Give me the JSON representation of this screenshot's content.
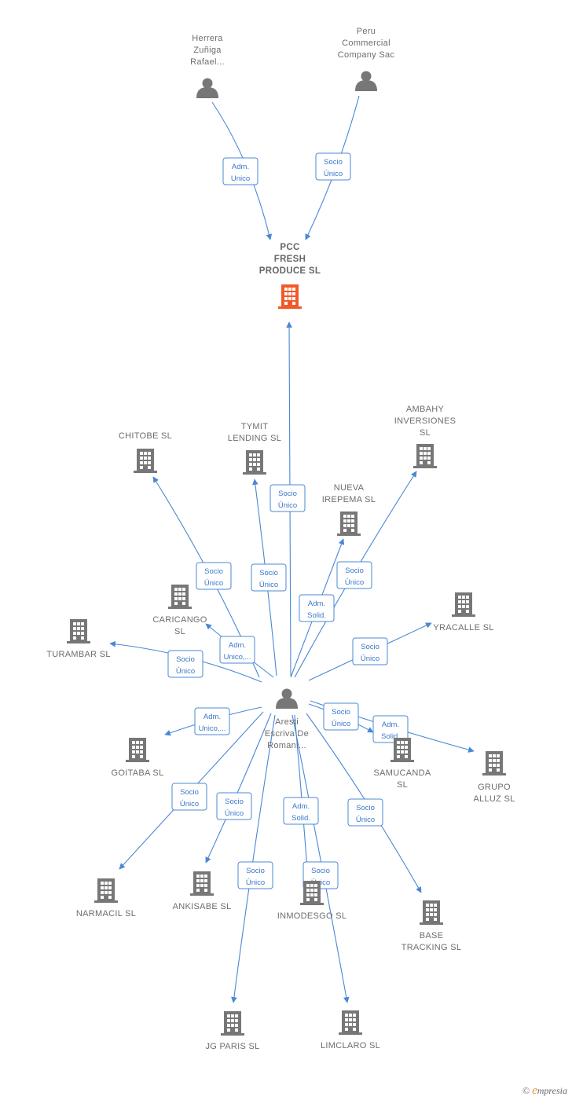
{
  "colors": {
    "edge": "#4a88d4",
    "person": "#777777",
    "company": "#777777",
    "focus": "#f05a2a"
  },
  "nodes": [
    {
      "id": "herrera",
      "type": "person",
      "label": [
        "Herrera",
        "Zuñiga",
        "Rafael..."
      ]
    },
    {
      "id": "peru",
      "type": "person",
      "label": [
        "Peru",
        "Commercial",
        "Company Sac"
      ]
    },
    {
      "id": "pcc",
      "type": "focus",
      "label": [
        "PCC",
        "FRESH",
        "PRODUCE  SL"
      ]
    },
    {
      "id": "chitobe",
      "type": "company",
      "label": [
        "CHITOBE  SL"
      ]
    },
    {
      "id": "tymit",
      "type": "company",
      "label": [
        "TYMIT",
        "LENDING  SL"
      ]
    },
    {
      "id": "ambahy",
      "type": "company",
      "label": [
        "AMBAHY",
        "INVERSIONES",
        "SL"
      ]
    },
    {
      "id": "nueva",
      "type": "company",
      "label": [
        "NUEVA",
        "IREPEMA SL"
      ]
    },
    {
      "id": "caricango",
      "type": "company",
      "label": [
        "CARICANGO",
        "SL"
      ]
    },
    {
      "id": "turambar",
      "type": "company",
      "label": [
        "TURAMBAR SL"
      ]
    },
    {
      "id": "yracalle",
      "type": "company",
      "label": [
        "YRACALLE  SL"
      ]
    },
    {
      "id": "aresti",
      "type": "person",
      "label": [
        "Aresti",
        "Escriva De",
        "Romani..."
      ]
    },
    {
      "id": "goitaba",
      "type": "company",
      "label": [
        "GOITABA  SL"
      ]
    },
    {
      "id": "samucanda",
      "type": "company",
      "label": [
        "SAMUCANDA",
        "SL"
      ]
    },
    {
      "id": "grupo",
      "type": "company",
      "label": [
        "GRUPO",
        "ALLUZ SL"
      ]
    },
    {
      "id": "narmacil",
      "type": "company",
      "label": [
        "NARMACIL  SL"
      ]
    },
    {
      "id": "ankisabe",
      "type": "company",
      "label": [
        "ANKISABE  SL"
      ]
    },
    {
      "id": "inmodesgo",
      "type": "company",
      "label": [
        "INMODESGO SL"
      ]
    },
    {
      "id": "base",
      "type": "company",
      "label": [
        "BASE",
        "TRACKING  SL"
      ]
    },
    {
      "id": "jgparis",
      "type": "company",
      "label": [
        "JG PARIS  SL"
      ]
    },
    {
      "id": "limclaro",
      "type": "company",
      "label": [
        "LIMCLARO  SL"
      ]
    }
  ],
  "edges": [
    {
      "from": "herrera",
      "to": "pcc",
      "label": [
        "Adm.",
        "Unico"
      ]
    },
    {
      "from": "peru",
      "to": "pcc",
      "label": [
        "Socio",
        "Único"
      ]
    },
    {
      "from": "aresti",
      "to": "pcc",
      "label": [
        "Socio",
        "Único"
      ]
    },
    {
      "from": "aresti",
      "to": "chitobe",
      "label": [
        "Socio",
        "Único"
      ]
    },
    {
      "from": "aresti",
      "to": "tymit",
      "label": [
        "Socio",
        "Único"
      ]
    },
    {
      "from": "aresti",
      "to": "ambahy",
      "label": [
        "Socio",
        "Único"
      ]
    },
    {
      "from": "aresti",
      "to": "nueva",
      "label": [
        "Adm.",
        "Solid."
      ]
    },
    {
      "from": "aresti",
      "to": "caricango",
      "label": [
        "Adm.",
        "Unico,..."
      ]
    },
    {
      "from": "aresti",
      "to": "turambar",
      "label": [
        "Socio",
        "Único"
      ]
    },
    {
      "from": "aresti",
      "to": "yracalle",
      "label": [
        "Socio",
        "Único"
      ]
    },
    {
      "from": "aresti",
      "to": "goitaba",
      "label": [
        "Adm.",
        "Unico,..."
      ]
    },
    {
      "from": "aresti",
      "to": "samucanda",
      "label": [
        "Socio",
        "Único"
      ]
    },
    {
      "from": "aresti",
      "to": "grupo",
      "label": [
        "Adm.",
        "Solid."
      ]
    },
    {
      "from": "aresti",
      "to": "narmacil",
      "label": [
        "Socio",
        "Único"
      ]
    },
    {
      "from": "aresti",
      "to": "ankisabe",
      "label": [
        "Socio",
        "Único"
      ]
    },
    {
      "from": "aresti",
      "to": "inmodesgo",
      "label": [
        "Adm.",
        "Solid."
      ]
    },
    {
      "from": "aresti",
      "to": "base",
      "label": [
        "Socio",
        "Único"
      ]
    },
    {
      "from": "aresti",
      "to": "jgparis",
      "label": [
        "Socio",
        "Único"
      ]
    },
    {
      "from": "aresti",
      "to": "limclaro",
      "label": [
        "Socio",
        "Único"
      ]
    }
  ],
  "footer": {
    "copyright": "©",
    "brand_initial": "e",
    "brand_rest": "mpresia"
  }
}
